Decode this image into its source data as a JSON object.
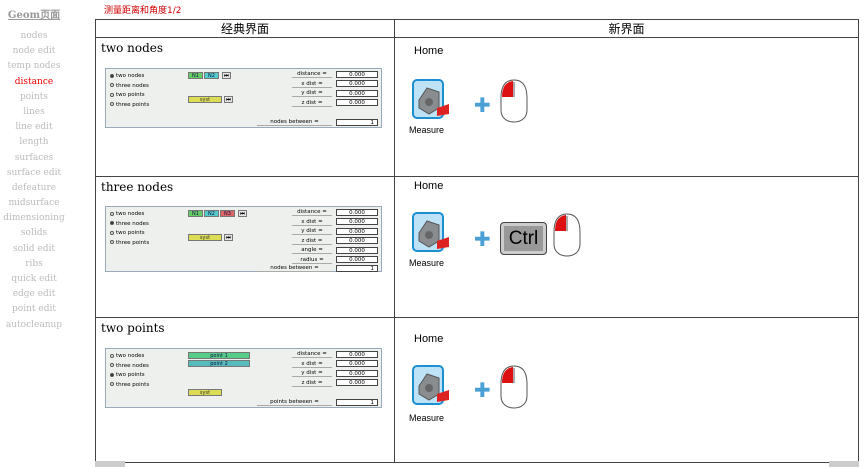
{
  "nav": {
    "head": "Geom页面",
    "items": [
      "nodes",
      "node edit",
      "temp nodes",
      "distance",
      "points",
      "lines",
      "line edit",
      "length",
      "surfaces",
      "surface edit",
      "defeature",
      "midsurface",
      "dimensioning",
      "solids",
      "solid edit",
      "ribs",
      "quick edit",
      "edge edit",
      "point edit",
      "autocleanup"
    ],
    "active": "distance"
  },
  "page_title": "测量距离和角度1/2",
  "table": {
    "col_classic": "经典界面",
    "col_new": "新界面",
    "rows": [
      {
        "title": "two nodes",
        "options": [
          "two nodes",
          "three nodes",
          "two points",
          "three points"
        ],
        "selected": 0,
        "buttons": [
          "N1",
          "N2"
        ],
        "syst": "syst",
        "fields": [
          {
            "label": "distance =",
            "value": "0.000"
          },
          {
            "label": "x dist  =",
            "value": "0.000"
          },
          {
            "label": "y dist  =",
            "value": "0.000"
          },
          {
            "label": "z dist  =",
            "value": "0.000"
          }
        ],
        "between_label": "nodes between =",
        "between_value": "1",
        "home": "Home",
        "measure": "Measure"
      },
      {
        "title": "three nodes",
        "options": [
          "two nodes",
          "three nodes",
          "two points",
          "three points"
        ],
        "selected": 1,
        "buttons": [
          "N1",
          "N2",
          "N3"
        ],
        "syst": "syst",
        "fields": [
          {
            "label": "distance =",
            "value": "0.000"
          },
          {
            "label": "x dist  =",
            "value": "0.000"
          },
          {
            "label": "y dist  =",
            "value": "0.000"
          },
          {
            "label": "z dist  =",
            "value": "0.000"
          },
          {
            "label": "angle  =",
            "value": "0.000"
          },
          {
            "label": "radius  =",
            "value": "0.000"
          }
        ],
        "between_label": "nodes between =",
        "between_value": "1",
        "home": "Home",
        "measure": "Measure",
        "ctrl": "Ctrl"
      },
      {
        "title": "two points",
        "options": [
          "two nodes",
          "three nodes",
          "two points",
          "three points"
        ],
        "selected": 2,
        "buttons": [
          "point 1",
          "point 2"
        ],
        "syst": "syst",
        "fields": [
          {
            "label": "distance =",
            "value": "0.000"
          },
          {
            "label": "x dist  =",
            "value": "0.000"
          },
          {
            "label": "y dist  =",
            "value": "0.000"
          },
          {
            "label": "z dist  =",
            "value": "0.000"
          }
        ],
        "between_label": "points between =",
        "between_value": "1",
        "home": "Home",
        "measure": "Measure"
      }
    ]
  }
}
